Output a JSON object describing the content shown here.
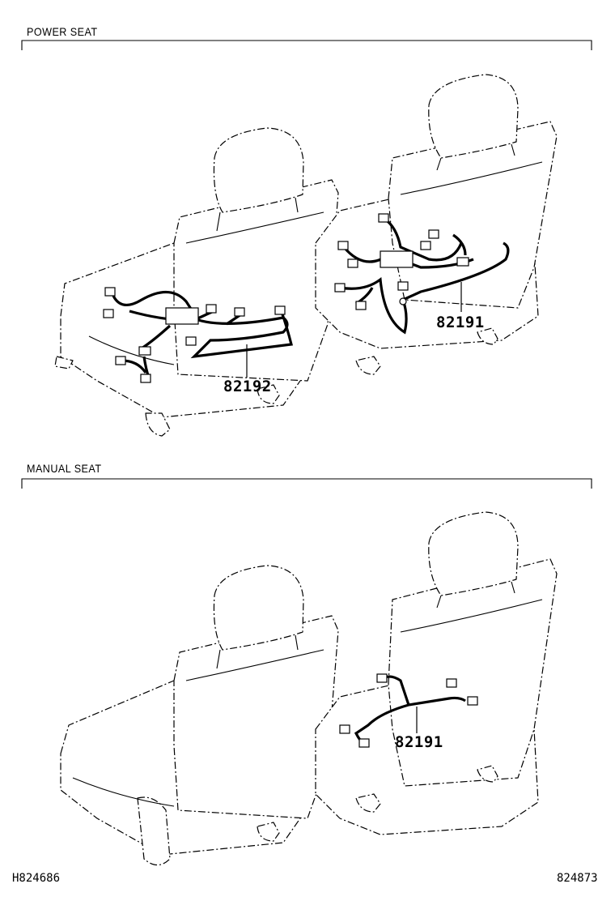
{
  "sections": {
    "power": {
      "label": "POWER SEAT"
    },
    "manual": {
      "label": "MANUAL SEAT"
    }
  },
  "parts": {
    "power_left": "82192",
    "power_right": "82191",
    "manual_right": "82191"
  },
  "footer": {
    "left_code": "H824686",
    "right_code": "824873"
  }
}
